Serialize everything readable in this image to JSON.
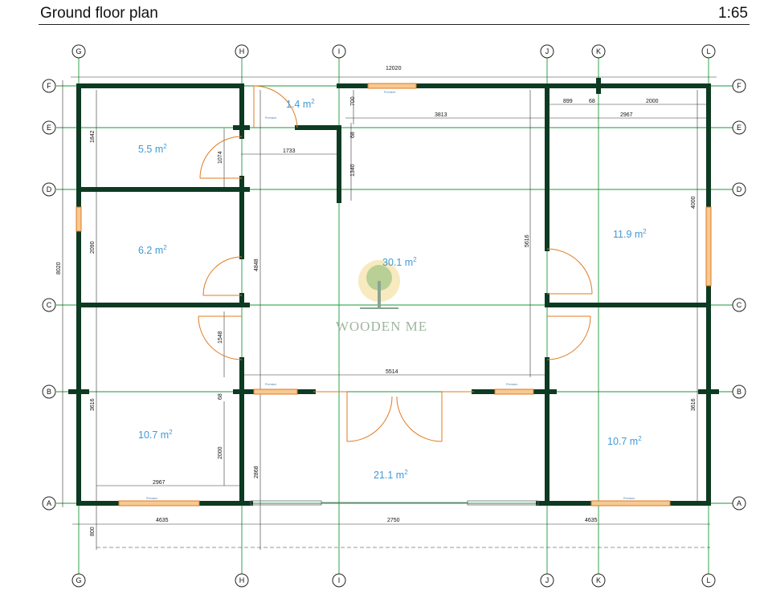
{
  "header": {
    "title": "Ground floor plan",
    "scale": "1:65"
  },
  "axes": {
    "vertical": [
      "G",
      "H",
      "I",
      "J",
      "K",
      "L"
    ],
    "horizontal": [
      "F",
      "E",
      "D",
      "C",
      "B",
      "A"
    ]
  },
  "rooms": [
    {
      "id": "r1",
      "area": "1.4 m",
      "sup": "2"
    },
    {
      "id": "r2",
      "area": "5.5 m",
      "sup": "2"
    },
    {
      "id": "r3",
      "area": "6.2 m",
      "sup": "2"
    },
    {
      "id": "r4",
      "area": "30.1 m",
      "sup": "2"
    },
    {
      "id": "r5",
      "area": "11.9 m",
      "sup": "2"
    },
    {
      "id": "r6",
      "area": "10.7 m",
      "sup": "2"
    },
    {
      "id": "r7",
      "area": "21.1 m",
      "sup": "2"
    },
    {
      "id": "r8",
      "area": "10.7 m",
      "sup": "2"
    }
  ],
  "dimensions": {
    "d12020": "12020",
    "d700": "700",
    "d899": "899",
    "d68a": "68",
    "d2000a": "2000",
    "d3813": "3813",
    "d2967a": "2967",
    "d1842": "1842",
    "d1074": "1074",
    "d1733": "1733",
    "d68b": "68",
    "d1340": "1340",
    "d4000": "4000",
    "d8020": "8020",
    "d2090": "2090",
    "d4848": "4848",
    "d5616": "5616",
    "d1548": "1548",
    "d5514": "5514",
    "d3616a": "3616",
    "d68c": "68",
    "d2000b": "2000",
    "d2868": "2868",
    "d3616b": "3616",
    "d2967b": "2967",
    "d4635a": "4635",
    "d2750": "2750",
    "d4635b": "4635",
    "d800": "800"
  },
  "logo": {
    "name": "WOODEN ME",
    "icon": "tree-icon"
  },
  "colors": {
    "wall": "#0d3a22",
    "grid": "#1a9a3a",
    "door": "#e07b22",
    "area_text": "#3f9ad6",
    "window_label": "#4a7fb8"
  }
}
